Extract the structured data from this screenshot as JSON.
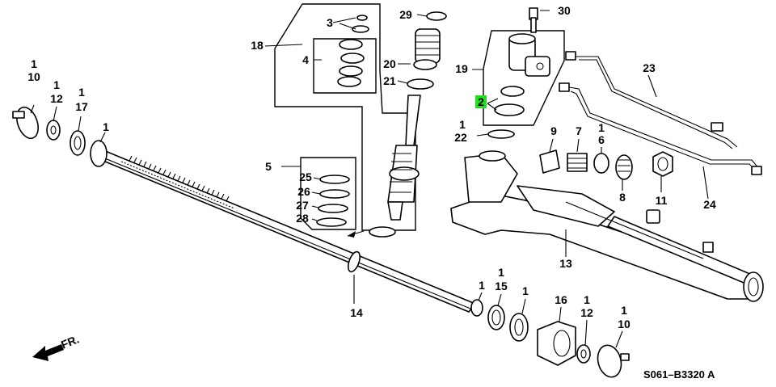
{
  "callouts": {
    "p1_top_left": "1",
    "p10_top": "10",
    "p1_a": "1",
    "p12_top": "12",
    "p1_b": "1",
    "p17": "17",
    "p1_c": "1",
    "p18": "18",
    "p3": "3",
    "p4": "4",
    "p29": "29",
    "p20": "20",
    "p21": "21",
    "p5": "5",
    "p25": "25",
    "p26": "26",
    "p27": "27",
    "p28": "28",
    "p30": "30",
    "p19": "19",
    "p2": "2",
    "p1_d": "1",
    "p22": "22",
    "p9": "9",
    "p7": "7",
    "p1_e": "1",
    "p6": "6",
    "p8": "8",
    "p11": "11",
    "p23": "23",
    "p24": "24",
    "p13": "13",
    "p14": "14",
    "p1_f": "1",
    "p15": "15",
    "p1_g": "1",
    "p16": "16",
    "p1_h": "1",
    "p12_bottom": "12",
    "p1_i": "1",
    "p10_bottom": "10"
  },
  "direction_label": "FR.",
  "diagram_code": "S061–B3320 A",
  "highlight_color": "#22dd22"
}
